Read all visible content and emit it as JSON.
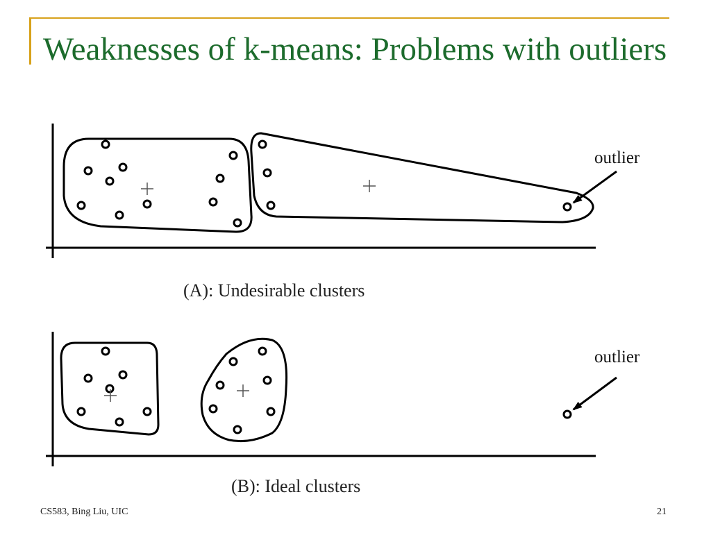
{
  "slide": {
    "title": "Weaknesses of k-means: Problems with outliers",
    "footer_left": "CS583, Bing Liu, UIC",
    "page_number": "21",
    "accent_color": "#d8a21c",
    "title_color": "#1c6b2c"
  },
  "panel_a": {
    "caption": "(A): Undesirable clusters",
    "outlier_label": "outlier"
  },
  "panel_b": {
    "caption": "(B): Ideal clusters",
    "outlier_label": "outlier"
  }
}
